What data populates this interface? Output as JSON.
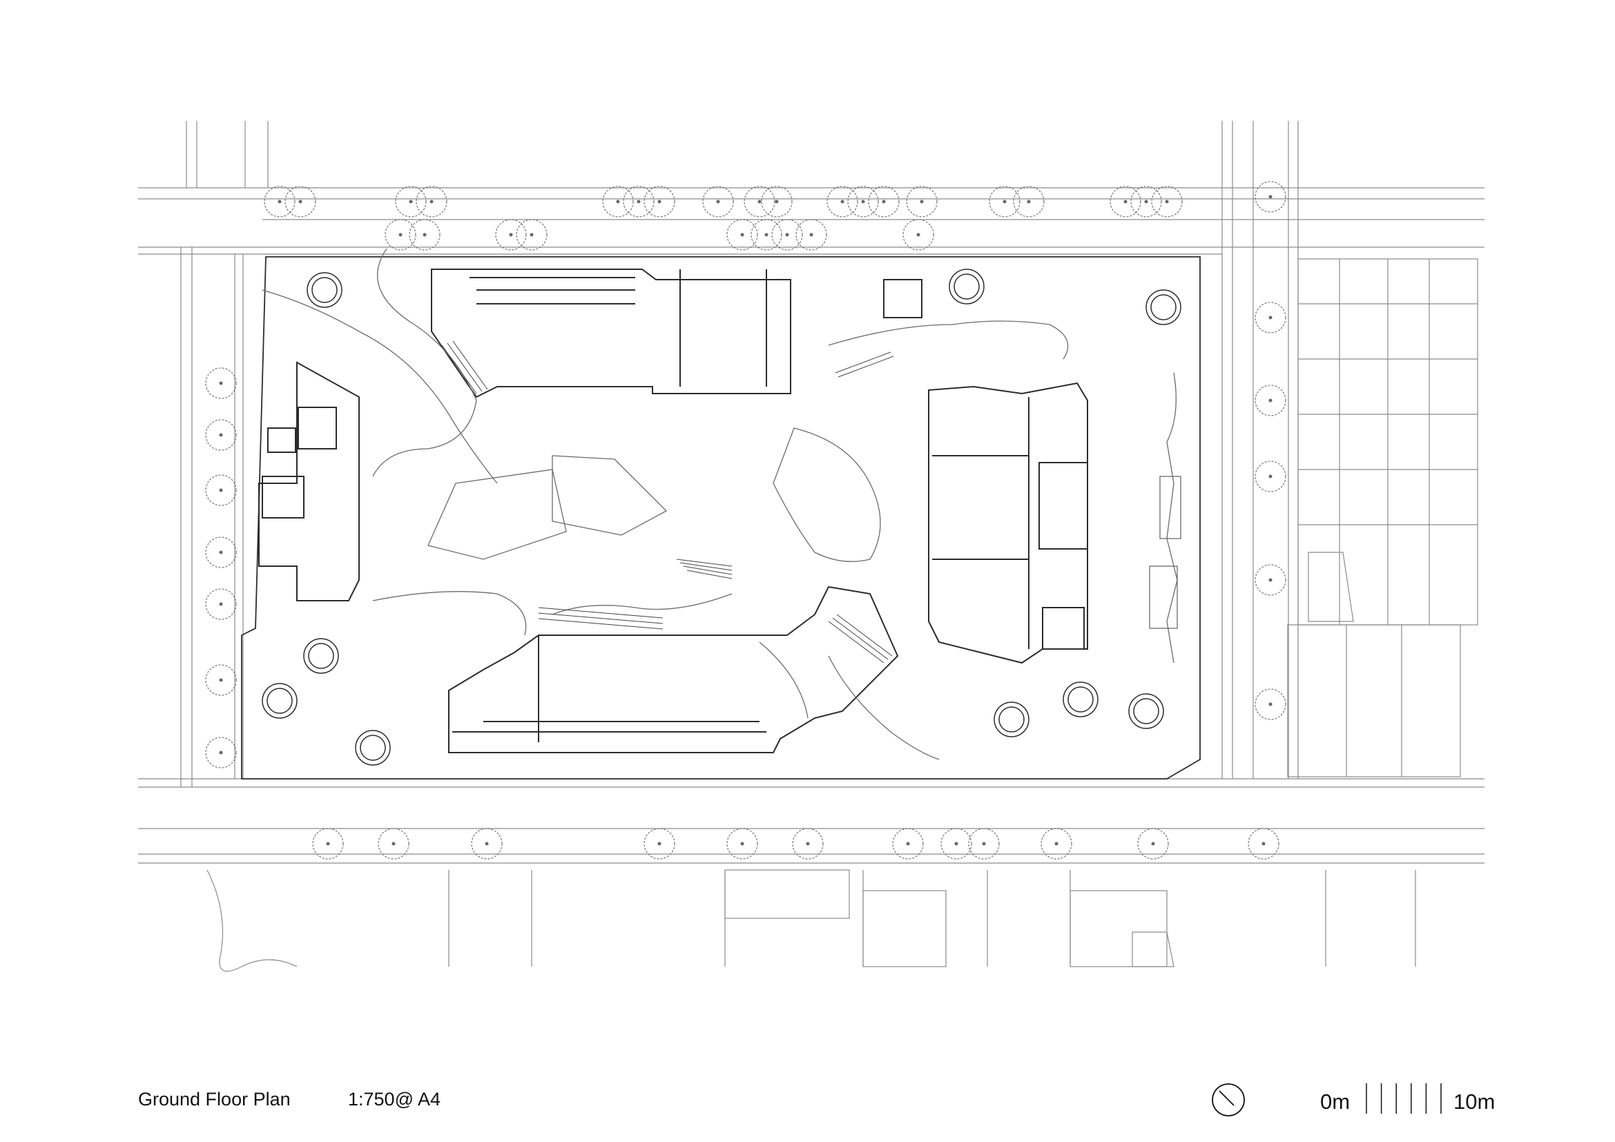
{
  "drawing": {
    "title": "Ground Floor Plan",
    "scale": "1:750@ A4",
    "scalebar_start": "0m",
    "scalebar_end": "10m",
    "scalebar_divisions": 6,
    "icons": [
      "north-arrow-icon",
      "tree-icon"
    ],
    "colors": {
      "line": "#7a7a7a",
      "dark_line": "#2b2b2b",
      "text": "#111111",
      "background": "#ffffff"
    }
  }
}
